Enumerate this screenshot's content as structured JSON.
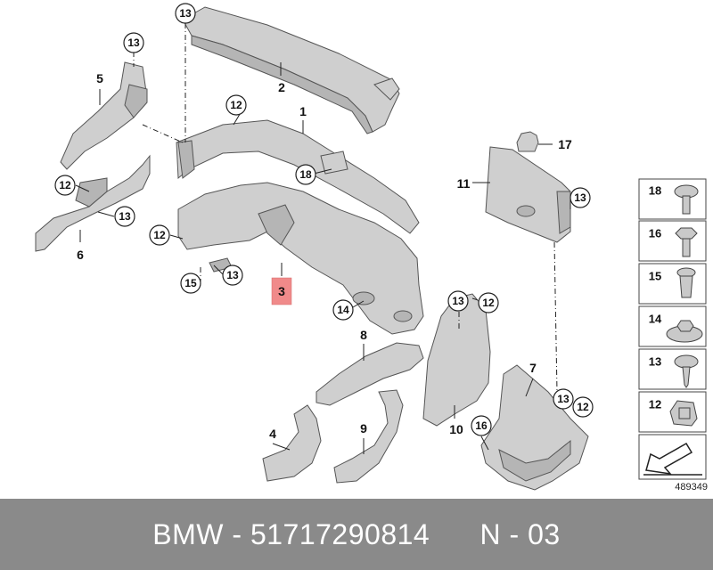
{
  "diagram": {
    "id_text": "489349",
    "highlighted_part": "3",
    "highlight_color": "#f08a8a",
    "callouts": {
      "c13a": "13",
      "c13b": "13",
      "c12a": "12",
      "c18a": "18",
      "c12b": "12",
      "c13c": "13",
      "c12c": "12",
      "c13d": "13",
      "c15a": "15",
      "c14a": "14",
      "c13e": "13",
      "c12d": "12",
      "c13f": "13",
      "c12e": "12",
      "c16a": "16",
      "c13g": "13"
    },
    "labels": {
      "l1": "1",
      "l2": "2",
      "l3": "3",
      "l4": "4",
      "l5": "5",
      "l6": "6",
      "l7": "7",
      "l8": "8",
      "l9": "9",
      "l10": "10",
      "l11": "11",
      "l17": "17"
    },
    "legend": [
      {
        "num": "18",
        "icon": "torx-bolt-icon"
      },
      {
        "num": "16",
        "icon": "hex-bolt-icon"
      },
      {
        "num": "15",
        "icon": "expanding-rivet-icon"
      },
      {
        "num": "14",
        "icon": "hex-nut-icon"
      },
      {
        "num": "13",
        "icon": "self-tapping-screw-icon"
      },
      {
        "num": "12",
        "icon": "clip-nut-icon"
      }
    ]
  },
  "footer": {
    "text": "BMW - 51717290814      N - 03",
    "background": "#8a8a8a"
  }
}
